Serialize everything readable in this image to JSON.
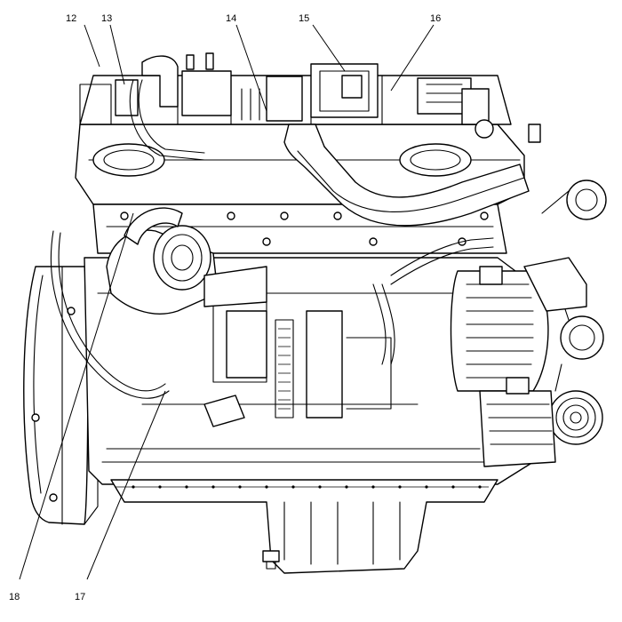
{
  "callouts": [
    {
      "id": "c12",
      "label": "12"
    },
    {
      "id": "c13",
      "label": "13"
    },
    {
      "id": "c14",
      "label": "14"
    },
    {
      "id": "c15",
      "label": "15"
    },
    {
      "id": "c16",
      "label": "16"
    },
    {
      "id": "c17",
      "label": "17"
    },
    {
      "id": "c18",
      "label": "18"
    }
  ],
  "colors": {
    "line": "#000000",
    "background": "#ffffff"
  }
}
